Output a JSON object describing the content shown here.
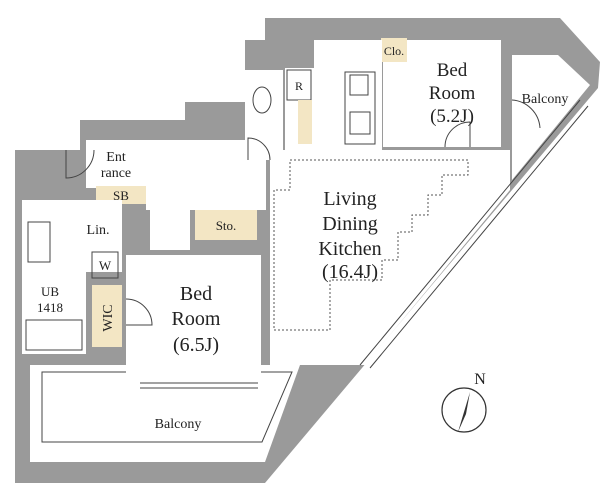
{
  "rooms": {
    "bed1": {
      "line1": "Bed",
      "line2": "Room",
      "area": "(5.2J)"
    },
    "bed2": {
      "line1": "Bed",
      "line2": "Room",
      "area": "(6.5J)"
    },
    "ldk": {
      "line1": "Living",
      "line2": "Dining",
      "line3": "Kitchen",
      "area": "(16.4J)"
    },
    "entrance": {
      "line1": "Ent",
      "line2": "rance"
    },
    "sb": "SB",
    "lin": "Lin.",
    "w": "W",
    "ub": {
      "line1": "UB",
      "line2": "1418"
    },
    "wic": "WIC",
    "sto": "Sto.",
    "clo": "Clo.",
    "r": "R",
    "balcony_top": "Balcony",
    "balcony_bottom": "Balcony"
  },
  "compass": {
    "label": "N"
  },
  "colors": {
    "wall": "#9a9a9a",
    "storage": "#f3e6c4",
    "floor": "#ffffff"
  }
}
